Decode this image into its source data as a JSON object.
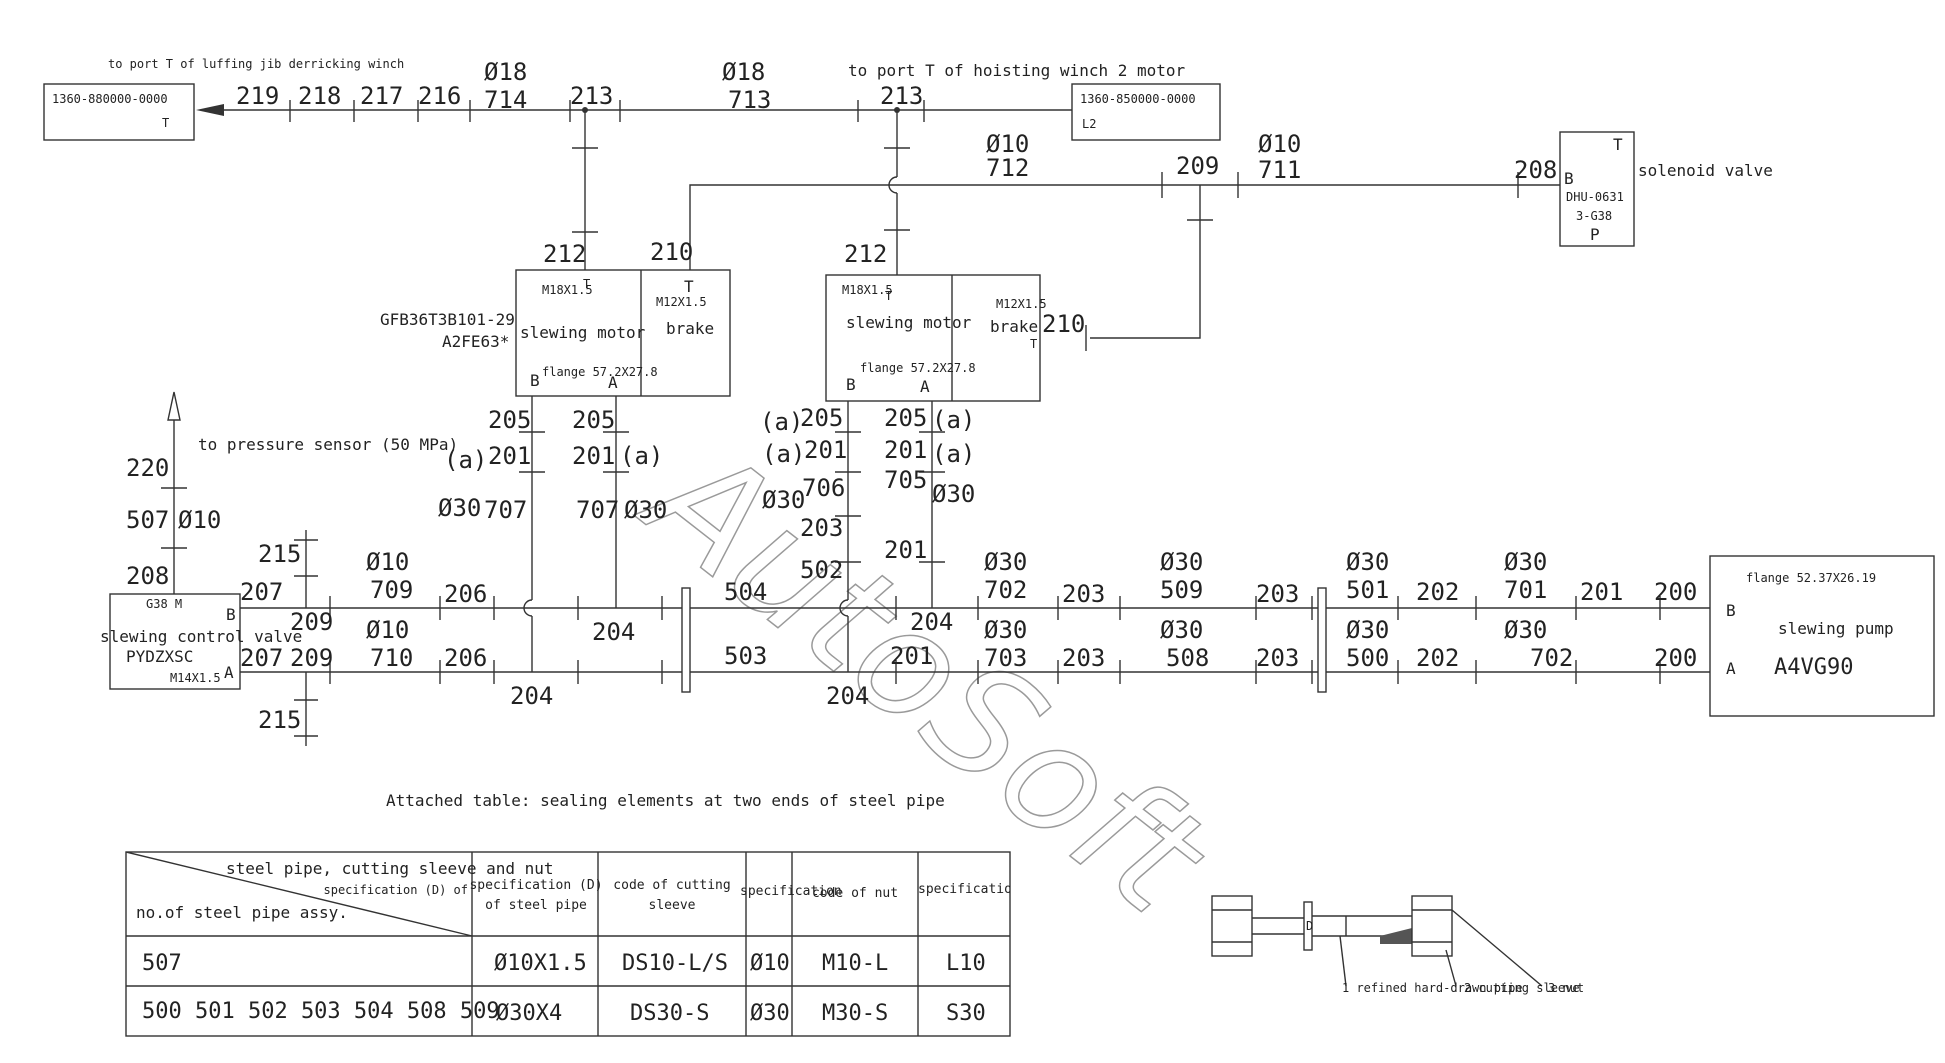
{
  "diagram": {
    "top_left_note": "to port T of luffing jib derricking winch",
    "top_right_note": "to port T of hoisting winch 2 motor",
    "box_luffing": {
      "code": "1360-880000-0000",
      "port": "T"
    },
    "box_hoisting": {
      "code": "1360-850000-0000",
      "port": "L2"
    },
    "solenoid": {
      "label": "solenoid valve",
      "port_t": "T",
      "port_b": "B",
      "model1": "DHU-0631",
      "model2": "3-G38",
      "port_p": "P"
    },
    "motor_left": {
      "thread_t": "M18X1.5",
      "port_t": "T",
      "name": "slewing motor",
      "flange": "flange 57.2X27.8",
      "port_b": "B",
      "port_a": "A",
      "brake_port": "T",
      "brake_thread": "M12X1.5",
      "brake": "brake",
      "model1": "GFB36T3B101-29",
      "model2": "A2FE63*"
    },
    "motor_right": {
      "thread_t": "M18X1.5",
      "port_t": "T",
      "name": "slewing motor",
      "flange": "flange 57.2X27.8",
      "port_b": "B",
      "port_a": "A",
      "brake_thread": "M12X1.5",
      "brake": "brake",
      "brake_port": "T"
    },
    "control_valve": {
      "port_m": "G38 M",
      "port_b": "B",
      "name": "slewing control valve",
      "model": "PYDZXSC",
      "thread": "M14X1.5",
      "port_a": "A"
    },
    "pump": {
      "flange": "flange 52.37X26.19",
      "port_b": "B",
      "name": "slewing pump",
      "port_a": "A",
      "model": "A4VG90"
    },
    "pressure_note": "to pressure sensor (50 MPa)",
    "watermark": "AutoSoft",
    "labels": [
      {
        "id": "l219",
        "text": "219"
      },
      {
        "id": "l218",
        "text": "218"
      },
      {
        "id": "l217",
        "text": "217"
      },
      {
        "id": "l216",
        "text": "216"
      },
      {
        "id": "d18a",
        "text": "Ø18"
      },
      {
        "id": "l714",
        "text": "714"
      },
      {
        "id": "l213a",
        "text": "213"
      },
      {
        "id": "d18b",
        "text": "Ø18"
      },
      {
        "id": "l713",
        "text": "713"
      },
      {
        "id": "l213b",
        "text": "213"
      },
      {
        "id": "d10a",
        "text": "Ø10"
      },
      {
        "id": "l712",
        "text": "712"
      },
      {
        "id": "l209t",
        "text": "209"
      },
      {
        "id": "d10b",
        "text": "Ø10"
      },
      {
        "id": "l711",
        "text": "711"
      },
      {
        "id": "l208t",
        "text": "208"
      },
      {
        "id": "l212a",
        "text": "212"
      },
      {
        "id": "l210a",
        "text": "210"
      },
      {
        "id": "l212b",
        "text": "212"
      },
      {
        "id": "l210b",
        "text": "210"
      },
      {
        "id": "l205a",
        "text": "205"
      },
      {
        "id": "l205b",
        "text": "205"
      },
      {
        "id": "l205c",
        "text": "205"
      },
      {
        "id": "l205d",
        "text": "205"
      },
      {
        "id": "a1",
        "text": "(a)"
      },
      {
        "id": "l201a",
        "text": "201"
      },
      {
        "id": "l201b",
        "text": "201"
      },
      {
        "id": "a2",
        "text": "(a)"
      },
      {
        "id": "a3",
        "text": "(a)"
      },
      {
        "id": "a4",
        "text": "(a)"
      },
      {
        "id": "l201c",
        "text": "201"
      },
      {
        "id": "l201d",
        "text": "201"
      },
      {
        "id": "a5",
        "text": "(a)"
      },
      {
        "id": "a6",
        "text": "(a)"
      },
      {
        "id": "d30a",
        "text": "Ø30"
      },
      {
        "id": "l707a",
        "text": "707"
      },
      {
        "id": "l707b",
        "text": "707"
      },
      {
        "id": "d30b",
        "text": "Ø30"
      },
      {
        "id": "d30c",
        "text": "Ø30"
      },
      {
        "id": "l706",
        "text": "706"
      },
      {
        "id": "l705",
        "text": "705"
      },
      {
        "id": "d30d",
        "text": "Ø30"
      },
      {
        "id": "l203a",
        "text": "203"
      },
      {
        "id": "l502",
        "text": "502"
      },
      {
        "id": "l201e",
        "text": "201"
      },
      {
        "id": "l220",
        "text": "220"
      },
      {
        "id": "l507",
        "text": "507"
      },
      {
        "id": "d10c",
        "text": "Ø10"
      },
      {
        "id": "l208",
        "text": "208"
      },
      {
        "id": "l215a",
        "text": "215"
      },
      {
        "id": "l207a",
        "text": "207"
      },
      {
        "id": "l209a",
        "text": "209"
      },
      {
        "id": "d10d",
        "text": "Ø10"
      },
      {
        "id": "l709",
        "text": "709"
      },
      {
        "id": "l206a",
        "text": "206"
      },
      {
        "id": "d10e",
        "text": "Ø10"
      },
      {
        "id": "l710",
        "text": "710"
      },
      {
        "id": "l206b",
        "text": "206"
      },
      {
        "id": "l207b",
        "text": "207"
      },
      {
        "id": "l209b",
        "text": "209"
      },
      {
        "id": "l215b",
        "text": "215"
      },
      {
        "id": "l204a",
        "text": "204"
      },
      {
        "id": "l504",
        "text": "504"
      },
      {
        "id": "l204b",
        "text": "204"
      },
      {
        "id": "l503",
        "text": "503"
      },
      {
        "id": "l204c",
        "text": "204"
      },
      {
        "id": "l204d",
        "text": "204"
      },
      {
        "id": "l201f",
        "text": "201"
      },
      {
        "id": "d30e",
        "text": "Ø30"
      },
      {
        "id": "l702a",
        "text": "702"
      },
      {
        "id": "l203b",
        "text": "203"
      },
      {
        "id": "d30f",
        "text": "Ø30"
      },
      {
        "id": "l509",
        "text": "509"
      },
      {
        "id": "l203c",
        "text": "203"
      },
      {
        "id": "d30g",
        "text": "Ø30"
      },
      {
        "id": "l703",
        "text": "703"
      },
      {
        "id": "l203d",
        "text": "203"
      },
      {
        "id": "d30h",
        "text": "Ø30"
      },
      {
        "id": "l508",
        "text": "508"
      },
      {
        "id": "l203e",
        "text": "203"
      },
      {
        "id": "d30i",
        "text": "Ø30"
      },
      {
        "id": "l501",
        "text": "501"
      },
      {
        "id": "l202a",
        "text": "202"
      },
      {
        "id": "d30j",
        "text": "Ø30"
      },
      {
        "id": "l701",
        "text": "701"
      },
      {
        "id": "l201g",
        "text": "201"
      },
      {
        "id": "l200a",
        "text": "200"
      },
      {
        "id": "d30k",
        "text": "Ø30"
      },
      {
        "id": "l500",
        "text": "500"
      },
      {
        "id": "l202b",
        "text": "202"
      },
      {
        "id": "d30l",
        "text": "Ø30"
      },
      {
        "id": "l702b",
        "text": "702"
      },
      {
        "id": "l200b",
        "text": "200"
      }
    ]
  },
  "table": {
    "caption": "Attached table: sealing elements at two ends of steel pipe",
    "diag_top": "steel pipe, cutting sleeve and nut",
    "diag_bottom": "no.of steel pipe assy.",
    "headers": [
      "specification (D) of steel pipe",
      "code of cutting sleeve",
      "specification",
      "code of nut",
      "specification"
    ],
    "rows": [
      [
        "507",
        "Ø10X1.5",
        "DS10-L/S",
        "Ø10",
        "M10-L",
        "L10"
      ],
      [
        "500 501 502 503 504 508 509",
        "Ø30X4",
        "DS30-S",
        "Ø30",
        "M30-S",
        "S30"
      ]
    ]
  },
  "fitting": {
    "part1": "1 refined hard-drawn pipe",
    "part2": "2 cutting sleeve",
    "part3": "3 nut",
    "mark": "D"
  }
}
